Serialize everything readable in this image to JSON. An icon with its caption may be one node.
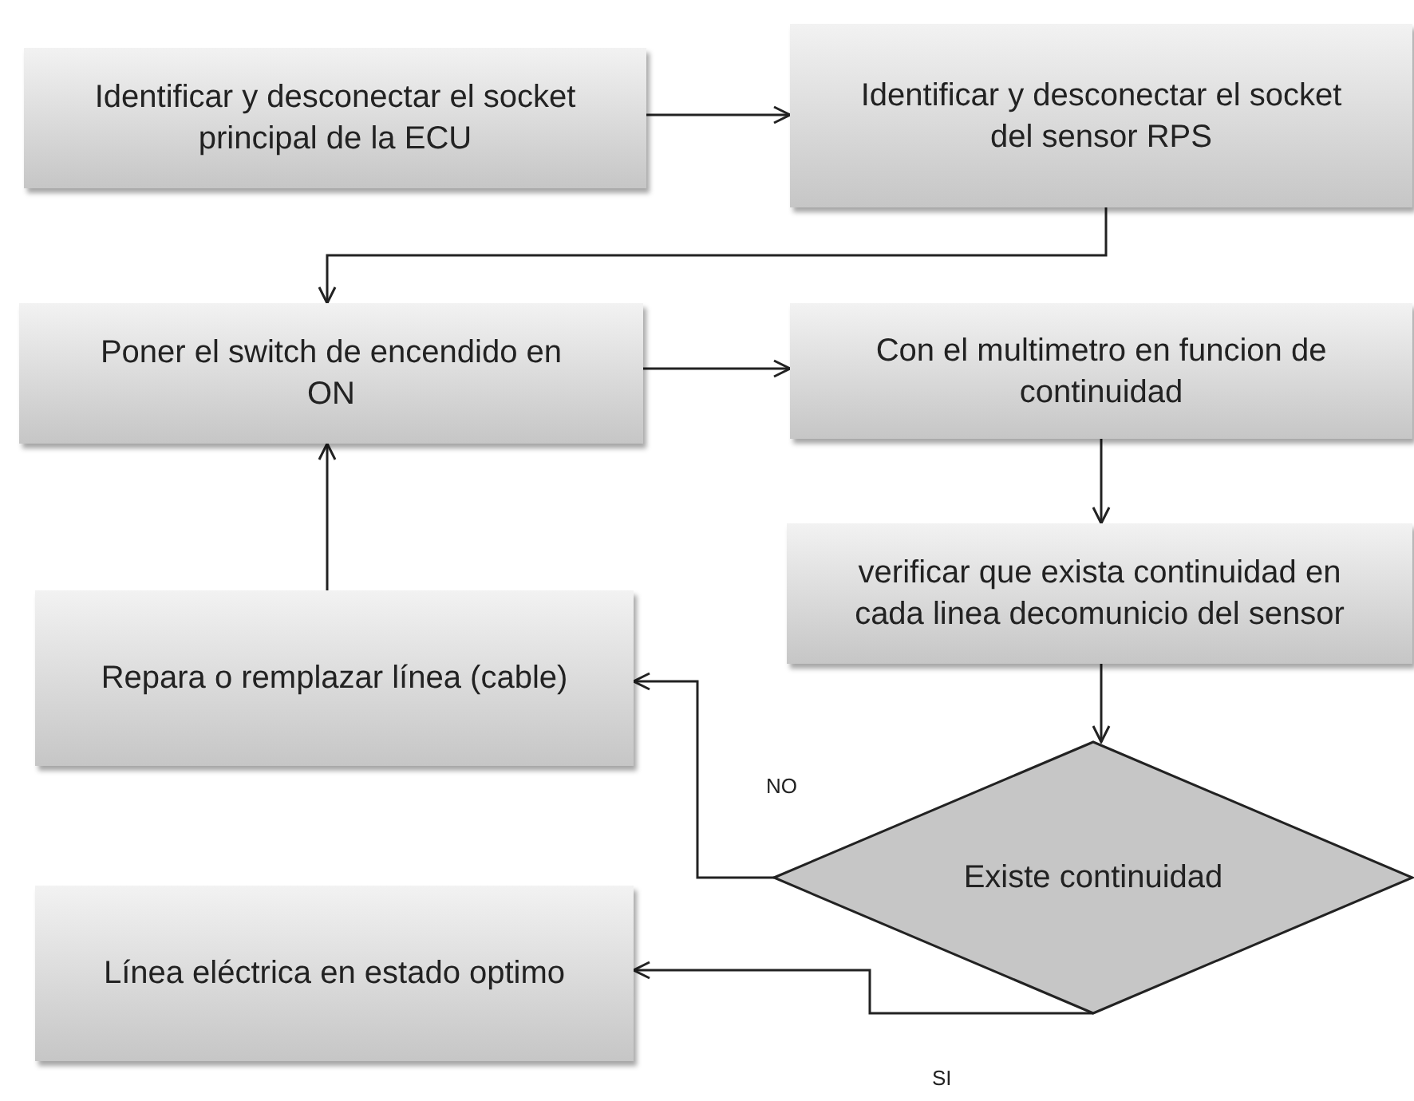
{
  "diagram": {
    "nodes": [
      {
        "text": [
          "Identificar  y desconectar el socket principal de la ECU"
        ]
      },
      {
        "text": [
          "Identificar  y desconectar el socket del sensor RPS"
        ]
      },
      {
        "text": [
          "Poner el switch de encendido en ON"
        ]
      },
      {
        "text": [
          "Con el multimetro en funcion de continuidad"
        ]
      },
      {
        "text": [
          "verificar que exista continuidad en cada linea decomunicio del sensor"
        ]
      },
      {
        "text": [
          "Repara o remplazar línea (cable)"
        ]
      },
      {
        "text": [
          "Existe continuidad"
        ]
      },
      {
        "text": [
          "Línea eléctrica en estado optimo"
        ]
      }
    ],
    "edges": [
      {
        "from": 0,
        "to": 1,
        "arrow": "to"
      },
      {
        "from": 1,
        "to": 2,
        "arrow": "to"
      },
      {
        "from": 2,
        "to": 3,
        "arrow": "to"
      },
      {
        "from": 3,
        "to": 4,
        "arrow": "to"
      },
      {
        "from": 5,
        "to": 2,
        "arrow": "to"
      },
      {
        "from": 4,
        "to": 6,
        "arrow": "to"
      },
      {
        "from": 6,
        "to": 5,
        "arrow": "to",
        "label": "NO"
      },
      {
        "from": 6,
        "to": 7,
        "arrow": "to",
        "label": "SI"
      }
    ]
  }
}
